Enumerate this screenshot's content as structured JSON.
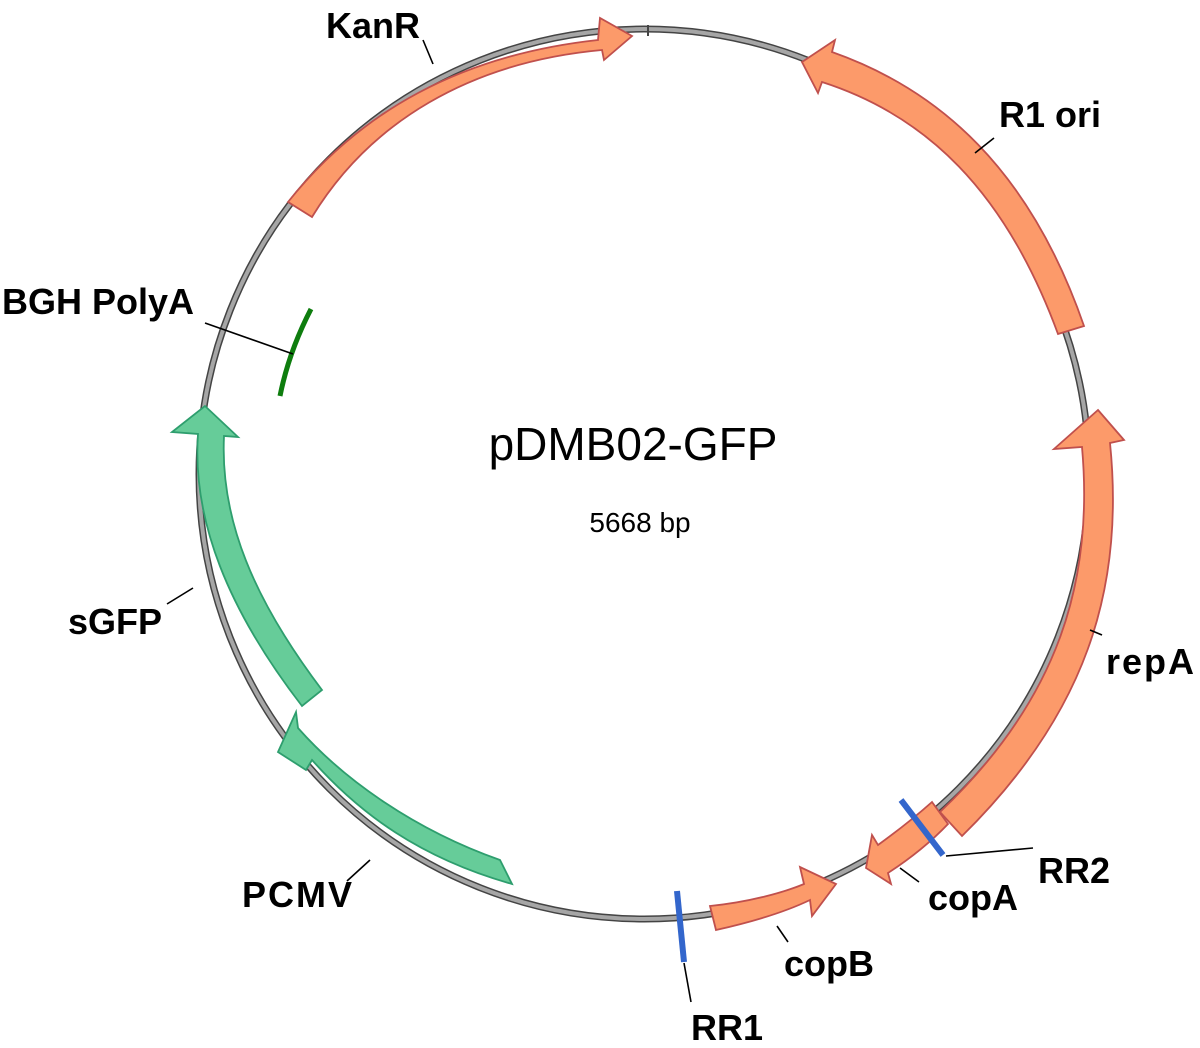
{
  "plasmid": {
    "name": "pDMB02-GFP",
    "size": "5668 bp"
  },
  "colors": {
    "backbone": "#a6a6a6",
    "backbone_edge": "#444444",
    "orange_fill": "#fc9a6a",
    "orange_edge": "#c0504d",
    "green_fill": "#66cc99",
    "green_edge": "#2e9e6e",
    "polyA_mark": "#0e7d0e",
    "rr_mark": "#3366cc"
  },
  "features": [
    {
      "id": "kanr",
      "label": "KanR",
      "color": "orange"
    },
    {
      "id": "r1-ori",
      "label": "R1 ori",
      "color": "orange"
    },
    {
      "id": "repa",
      "label": "repA",
      "color": "orange"
    },
    {
      "id": "copa",
      "label": "copA",
      "color": "orange"
    },
    {
      "id": "copb",
      "label": "copB",
      "color": "orange"
    },
    {
      "id": "pcmv",
      "label": "PCMV",
      "color": "green"
    },
    {
      "id": "sgfp",
      "label": "sGFP",
      "color": "green"
    },
    {
      "id": "bgh-polya",
      "label": "BGH PolyA",
      "color": "green"
    }
  ],
  "sites": [
    {
      "id": "rr1",
      "label": "RR1"
    },
    {
      "id": "rr2",
      "label": "RR2"
    }
  ]
}
